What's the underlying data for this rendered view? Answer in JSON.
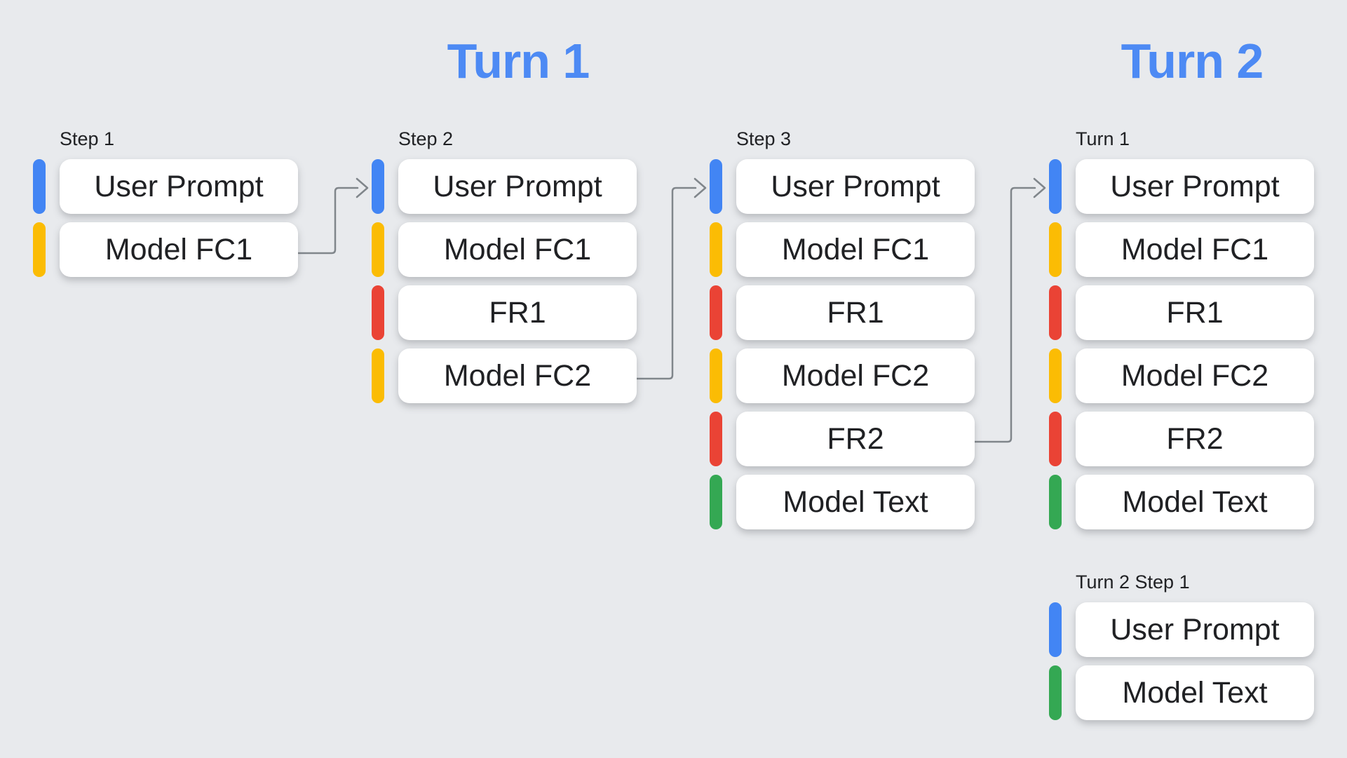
{
  "colors": {
    "background": "#E8EAED",
    "heading": "#4D8AF4",
    "text": "#202124",
    "box_bg": "#FFFFFF",
    "arrow": "#80868B",
    "user_prompt": "#4285F4",
    "model_function_call": "#FBBC04",
    "function_response": "#EA4335",
    "model_text": "#34A853"
  },
  "headings": {
    "turn1": "Turn 1",
    "turn2": "Turn 2"
  },
  "columns": [
    {
      "title": "Step 1",
      "items": [
        {
          "label": "User Prompt",
          "type": "user_prompt",
          "color": "#4285F4"
        },
        {
          "label": "Model FC1",
          "type": "model_function_call",
          "color": "#FBBC04"
        }
      ]
    },
    {
      "title": "Step 2",
      "items": [
        {
          "label": "User Prompt",
          "type": "user_prompt",
          "color": "#4285F4"
        },
        {
          "label": "Model FC1",
          "type": "model_function_call",
          "color": "#FBBC04"
        },
        {
          "label": "FR1",
          "type": "function_response",
          "color": "#EA4335"
        },
        {
          "label": "Model FC2",
          "type": "model_function_call",
          "color": "#FBBC04"
        }
      ]
    },
    {
      "title": "Step 3",
      "items": [
        {
          "label": "User Prompt",
          "type": "user_prompt",
          "color": "#4285F4"
        },
        {
          "label": "Model FC1",
          "type": "model_function_call",
          "color": "#FBBC04"
        },
        {
          "label": "FR1",
          "type": "function_response",
          "color": "#EA4335"
        },
        {
          "label": "Model FC2",
          "type": "model_function_call",
          "color": "#FBBC04"
        },
        {
          "label": "FR2",
          "type": "function_response",
          "color": "#EA4335"
        },
        {
          "label": "Model Text",
          "type": "model_text",
          "color": "#34A853"
        }
      ]
    },
    {
      "title": "Turn 1",
      "items": [
        {
          "label": "User Prompt",
          "type": "user_prompt",
          "color": "#4285F4"
        },
        {
          "label": "Model FC1",
          "type": "model_function_call",
          "color": "#FBBC04"
        },
        {
          "label": "FR1",
          "type": "function_response",
          "color": "#EA4335"
        },
        {
          "label": "Model FC2",
          "type": "model_function_call",
          "color": "#FBBC04"
        },
        {
          "label": "FR2",
          "type": "function_response",
          "color": "#EA4335"
        },
        {
          "label": "Model Text",
          "type": "model_text",
          "color": "#34A853"
        }
      ]
    },
    {
      "title": "Turn 2 Step 1",
      "items": [
        {
          "label": "User Prompt",
          "type": "user_prompt",
          "color": "#4285F4"
        },
        {
          "label": "Model Text",
          "type": "model_text",
          "color": "#34A853"
        }
      ]
    }
  ],
  "arrows": [
    {
      "from": "step1-model-fc1",
      "to": "step2-user-prompt"
    },
    {
      "from": "step2-model-fc2",
      "to": "step3-user-prompt"
    },
    {
      "from": "step3-fr2",
      "to": "turn1-user-prompt"
    }
  ]
}
